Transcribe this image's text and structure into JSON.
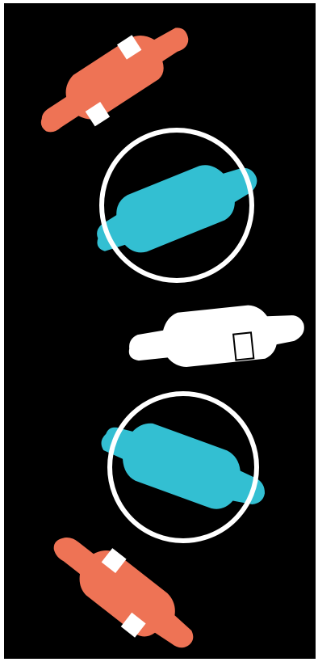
{
  "image": {
    "background_color": "#000000",
    "border_color": "#ffffff"
  },
  "palette": {
    "coral": "#ee7355",
    "cyan": "#33bfd2",
    "white": "#ffffff",
    "black": "#000000"
  },
  "shapes": [
    {
      "name": "coral-shape-top",
      "color": "coral"
    },
    {
      "name": "cyan-shape-upper",
      "color": "cyan"
    },
    {
      "name": "white-shape-middle",
      "color": "white"
    },
    {
      "name": "cyan-shape-lower",
      "color": "cyan"
    },
    {
      "name": "coral-shape-bottom",
      "color": "coral"
    }
  ],
  "rings": [
    {
      "name": "ring-upper",
      "color": "white"
    },
    {
      "name": "ring-lower",
      "color": "white"
    }
  ]
}
